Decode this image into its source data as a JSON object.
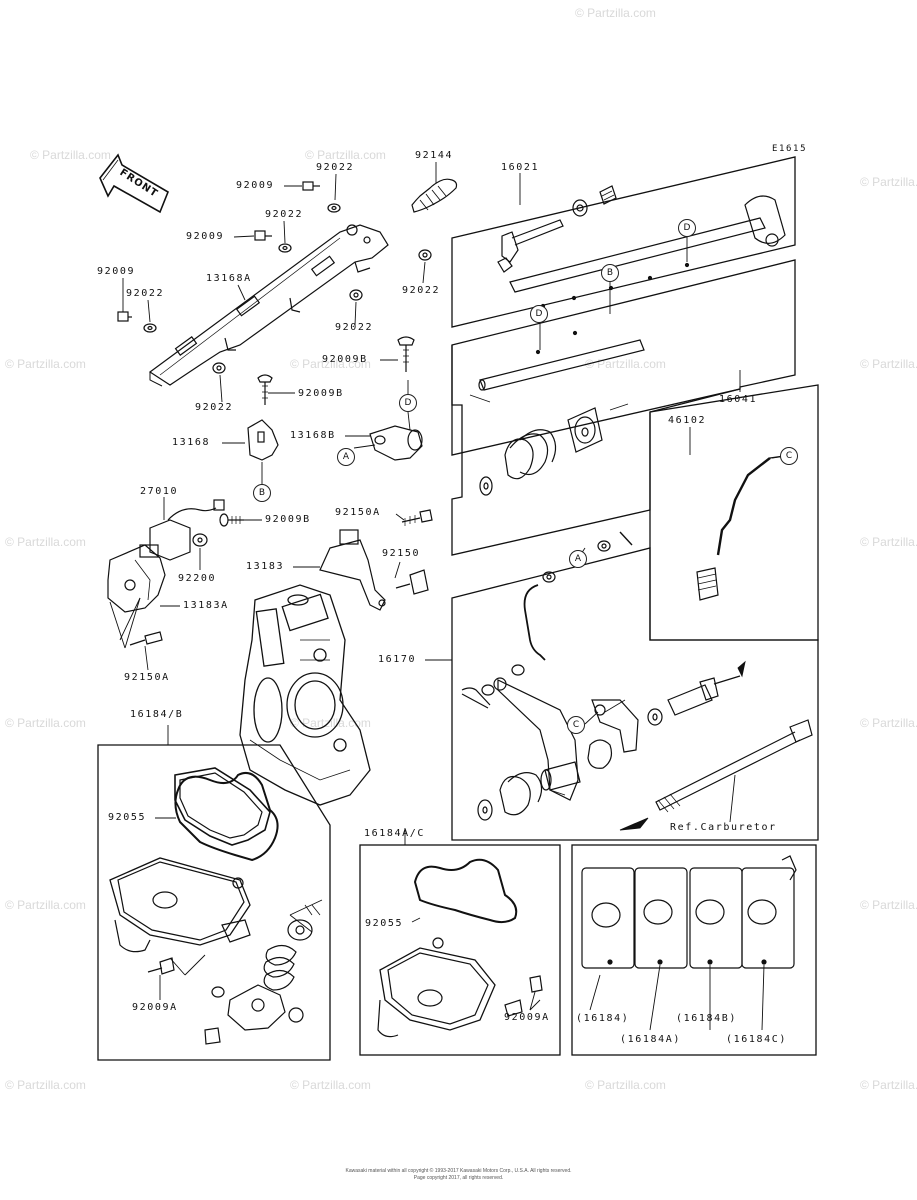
{
  "diagram": {
    "code": "E1615",
    "front_label": "FRONT",
    "ref_label": "Ref.Carburetor",
    "watermark": "© Partzilla.com",
    "footer_line1": "Kawasaki material within all copyright © 1993-2017 Kawasaki Motors Corp., U.S.A. All rights reserved.",
    "footer_line2": "Page copyright 2017, all rights reserved."
  },
  "labels": {
    "l92009_a": "92009",
    "l92022_a": "92022",
    "l92144": "92144",
    "l16021": "16021",
    "l92022_b": "92022",
    "l92009_b": "92009",
    "l92009_c": "92009",
    "l92022_c": "92022",
    "l13168A": "13168A",
    "l92022_d": "92022",
    "l92022_e": "92022",
    "l92009B_a": "92009B",
    "l92022_f": "92022",
    "l92009B_b": "92009B",
    "l16041": "16041",
    "l13168": "13168",
    "l13168B": "13168B",
    "l46102": "46102",
    "l27010": "27010",
    "l92009B_c": "92009B",
    "l92150A_a": "92150A",
    "l92200": "92200",
    "l13183": "13183",
    "l92150": "92150",
    "l13183A": "13183A",
    "l92150A_b": "92150A",
    "l16170": "16170",
    "l16184B_top": "16184/B",
    "l92055_a": "92055",
    "l16184AC": "16184A/C",
    "l92055_b": "92055",
    "l92009A_a": "92009A",
    "l92009A_b": "92009A",
    "p16184": "(16184)",
    "p16184A": "(16184A)",
    "p16184B": "(16184B)",
    "p16184C": "(16184C)"
  },
  "callouts": {
    "A": "A",
    "B": "B",
    "C": "C",
    "D": "D"
  }
}
